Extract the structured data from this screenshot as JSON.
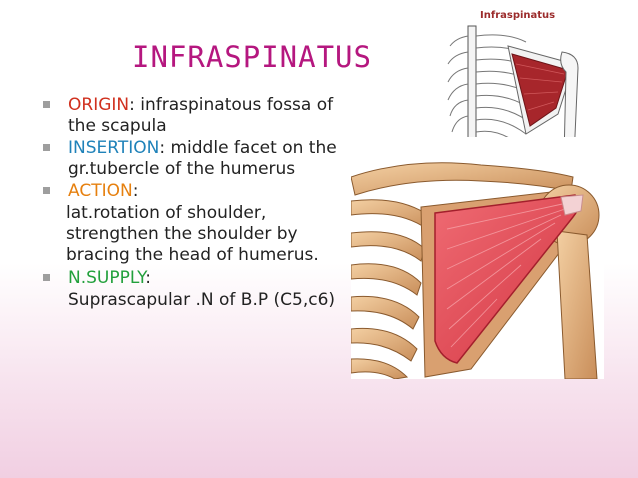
{
  "slide": {
    "title": "INFRASPINATUS",
    "bullets": [
      {
        "key": "ORIGIN",
        "sep": ":",
        "text": " infraspinatous fossa of the scapula"
      },
      {
        "key": "INSERTION",
        "sep": ":",
        "text": " middle facet on the gr.tubercle of the humerus"
      },
      {
        "key": "ACTION",
        "sep": ":",
        "text": ""
      },
      {
        "key": "N.SUPPLY",
        "sep": ":",
        "text": ""
      }
    ],
    "action_detail": "lat.rotation of shoulder, strengthen the shoulder by bracing the head of humerus.",
    "supply_detail": "Suprascapular .N of B.P (C5,c6)"
  },
  "small_figure": {
    "caption": "Infraspinatus"
  },
  "colors": {
    "title": "#b5177f",
    "origin": "#d0301e",
    "insertion": "#1f82b9",
    "action": "#e6800f",
    "supply": "#22a03c",
    "muscle": "#e04a55",
    "bone": "#e8b98c"
  }
}
